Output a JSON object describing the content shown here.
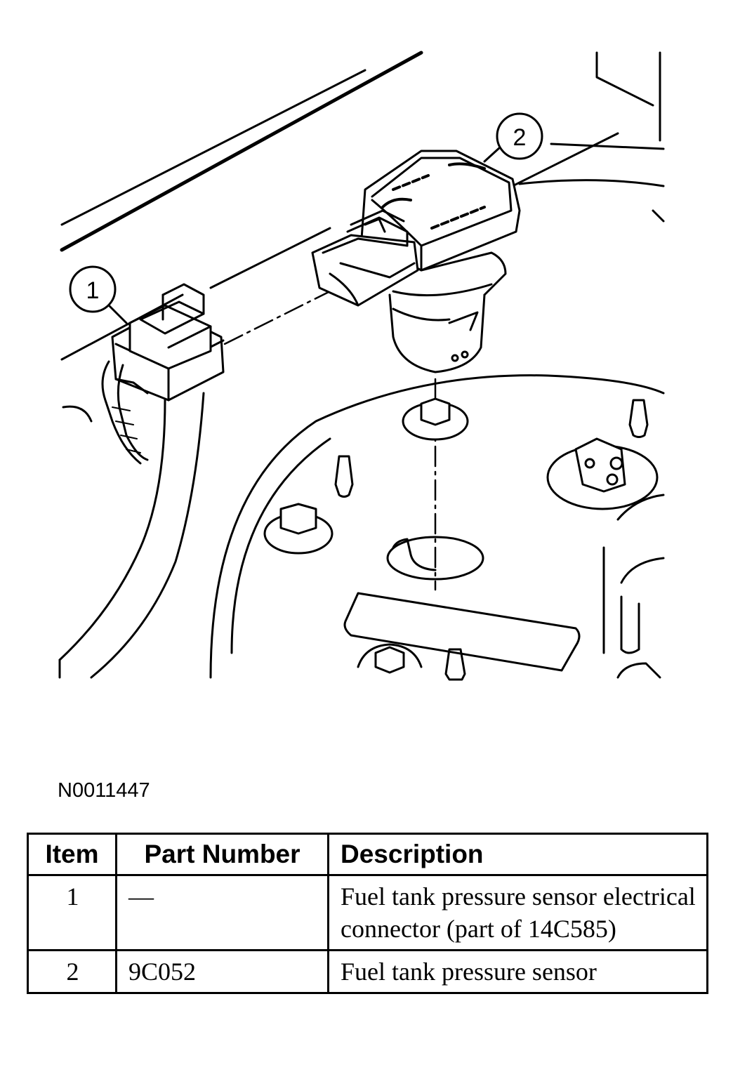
{
  "figure": {
    "callouts": [
      "1",
      "2"
    ],
    "figure_id": "N0011447"
  },
  "table": {
    "headers": [
      "Item",
      "Part Number",
      "Description"
    ],
    "rows": [
      {
        "item": "1",
        "part_number": "—",
        "description": "Fuel tank pressure sensor electrical connector (part of 14C585)"
      },
      {
        "item": "2",
        "part_number": "9C052",
        "description": "Fuel tank pressure sensor"
      }
    ]
  }
}
